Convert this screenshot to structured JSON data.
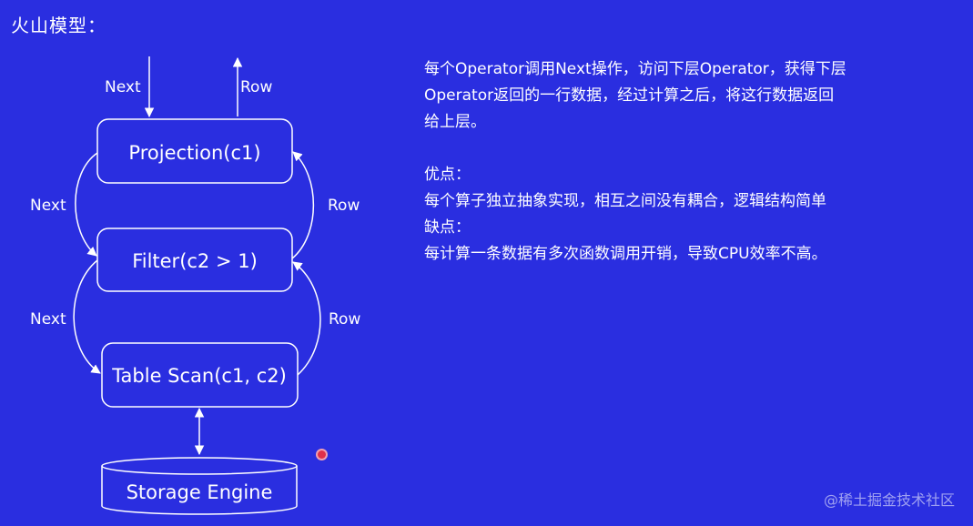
{
  "title": "火山模型：",
  "diagram": {
    "nodes": {
      "projection": "Projection(c1)",
      "filter": "Filter(c2 > 1)",
      "table_scan": "Table Scan(c1, c2)",
      "storage": "Storage Engine"
    },
    "edges": {
      "top_next": "Next",
      "top_row": "Row",
      "mid_next": "Next",
      "mid_row": "Row",
      "low_next": "Next",
      "low_row": "Row"
    }
  },
  "description": {
    "line1": "每个Operator调用Next操作，访问下层Operator，获得下层",
    "line2": "Operator返回的一行数据，经过计算之后，将这行数据返回",
    "line3": "给上层。",
    "pros_title": "优点：",
    "pros_text": "每个算子独立抽象实现，相互之间没有耦合，逻辑结构简单",
    "cons_title": "缺点：",
    "cons_text": "每计算一条数据有多次函数调用开销，导致CPU效率不高。"
  },
  "watermark": "@稀土掘金技术社区",
  "colors": {
    "background": "#2a2ee0",
    "foreground": "#ffffff",
    "marker": "#e0304a"
  }
}
